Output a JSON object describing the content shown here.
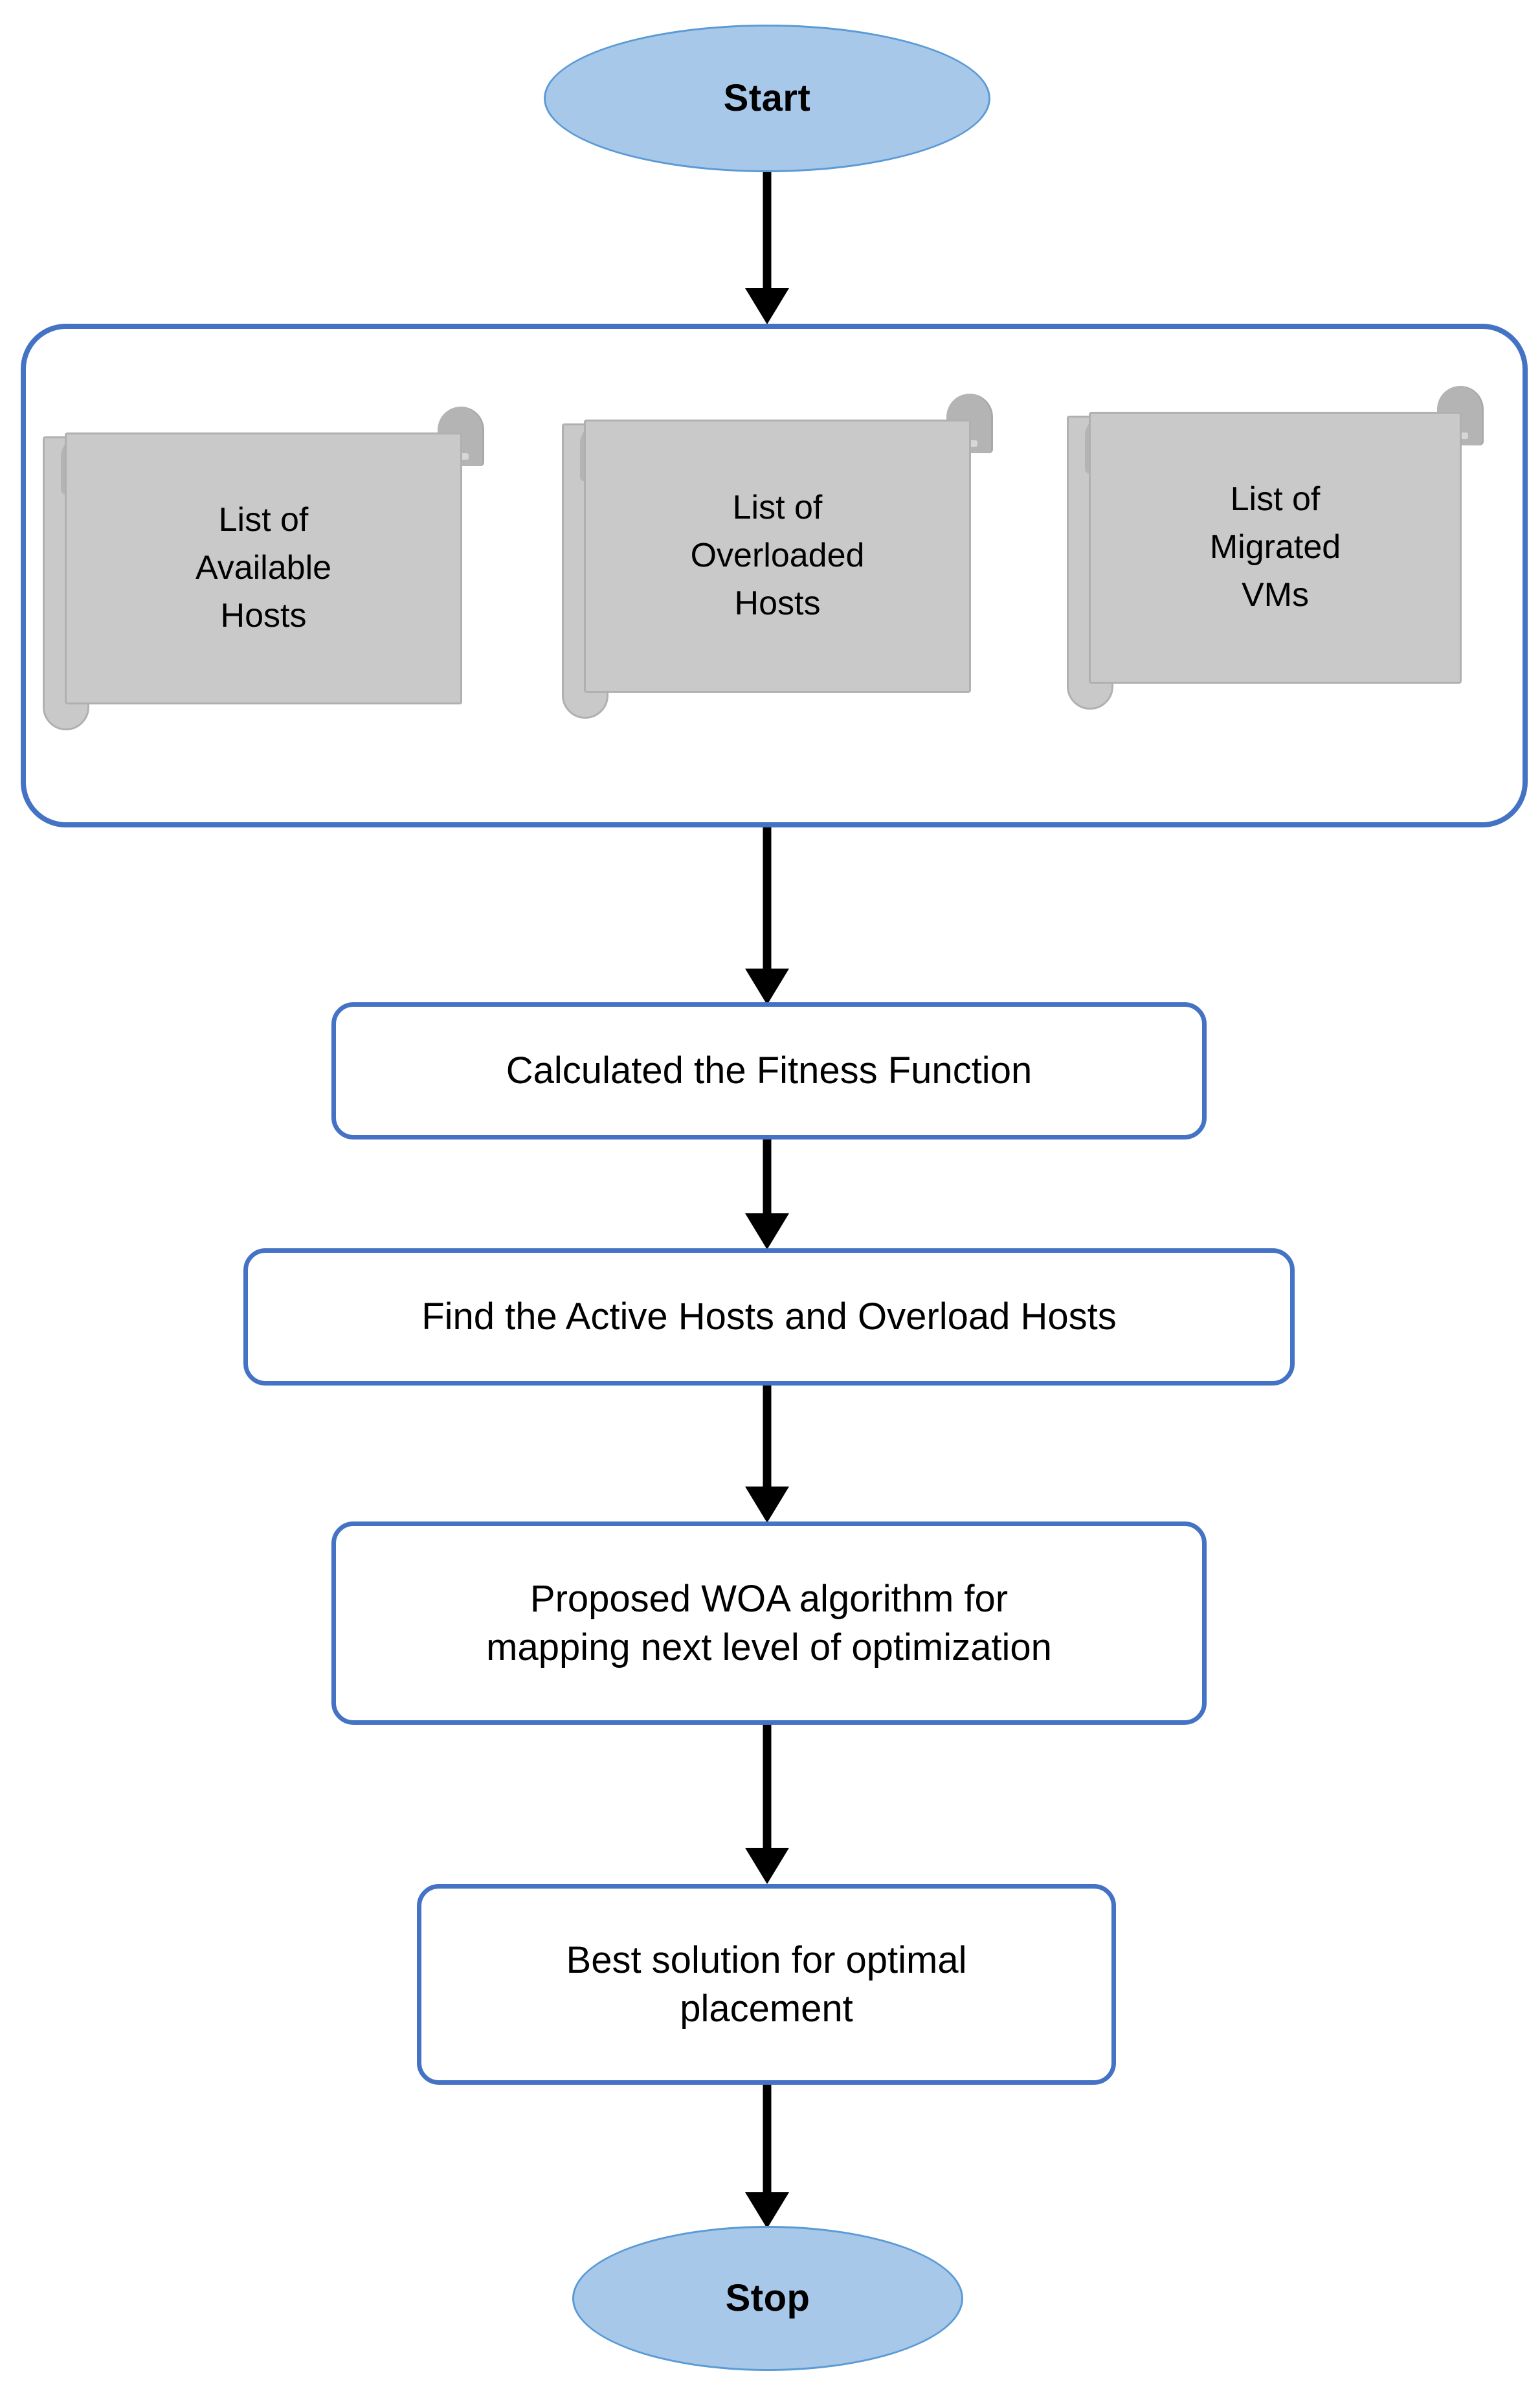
{
  "diagram": {
    "type": "flowchart",
    "title": "VM placement optimization flowchart",
    "colors": {
      "terminator_fill": "#A8C8EA",
      "terminator_border": "#5B9BD5",
      "process_border": "#4472C4",
      "process_fill": "#FFFFFF",
      "group_border": "#4472C4",
      "document_fill": "#C9C9C9",
      "document_border": "#B0B0B0",
      "arrow": "#000000"
    },
    "nodes": {
      "start": {
        "label": "Start",
        "shape": "oval"
      },
      "inputs_group": {
        "shape": "rounded-rectangle-container",
        "documents": [
          {
            "label": "List of\nAvailable\nHosts",
            "line1": "List of",
            "line2": "Available",
            "line3": "Hosts",
            "shape": "scroll"
          },
          {
            "label": "List of\nOverloaded\nHosts",
            "line1": "List of",
            "line2": "Overloaded",
            "line3": "Hosts",
            "shape": "scroll"
          },
          {
            "label": "List of\nMigrated\nVMs",
            "line1": "List of",
            "line2": "Migrated",
            "line3": "VMs",
            "shape": "scroll"
          }
        ]
      },
      "fitness": {
        "label": "Calculated the Fitness Function",
        "shape": "rounded-rectangle"
      },
      "find_hosts": {
        "label": "Find the Active Hosts and Overload Hosts",
        "shape": "rounded-rectangle"
      },
      "woa": {
        "line1": "Proposed WOA algorithm for",
        "line2": "mapping next level of optimization",
        "shape": "rounded-rectangle"
      },
      "best": {
        "line1": "Best solution for optimal",
        "line2": "placement",
        "shape": "rounded-rectangle"
      },
      "stop": {
        "label": "Stop",
        "shape": "oval"
      }
    },
    "edges": [
      {
        "from": "start",
        "to": "inputs_group",
        "style": "arrow-down"
      },
      {
        "from": "inputs_group",
        "to": "fitness",
        "style": "arrow-down"
      },
      {
        "from": "fitness",
        "to": "find_hosts",
        "style": "arrow-down"
      },
      {
        "from": "find_hosts",
        "to": "woa",
        "style": "arrow-down"
      },
      {
        "from": "woa",
        "to": "best",
        "style": "arrow-down"
      },
      {
        "from": "best",
        "to": "stop",
        "style": "arrow-down"
      }
    ]
  }
}
